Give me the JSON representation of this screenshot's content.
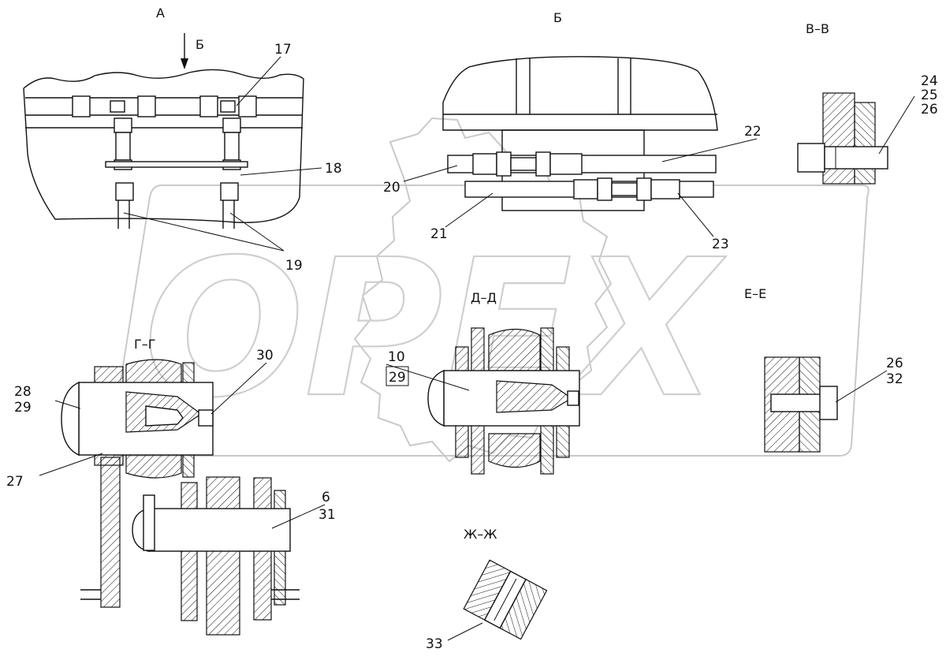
{
  "views": {
    "a": "А",
    "b": "Б",
    "b_arrow": "Б",
    "vv": "В–В",
    "gg": "Г–Г",
    "dd": "Д–Д",
    "ee": "Е–Е",
    "zhzh": "Ж–Ж"
  },
  "callouts": {
    "c6": "6",
    "c10": "10",
    "c17": "17",
    "c18": "18",
    "c19": "19",
    "c20": "20",
    "c21": "21",
    "c22": "22",
    "c23": "23",
    "c24": "24",
    "c25": "25",
    "c26a": "26",
    "c26b": "26",
    "c27": "27",
    "c28": "28",
    "c29a": "29",
    "c29b": "29",
    "c30": "30",
    "c31": "31",
    "c32": "32",
    "c33": "33"
  },
  "watermark": {
    "text": "OPEX",
    "color": "#cfcfcf"
  }
}
